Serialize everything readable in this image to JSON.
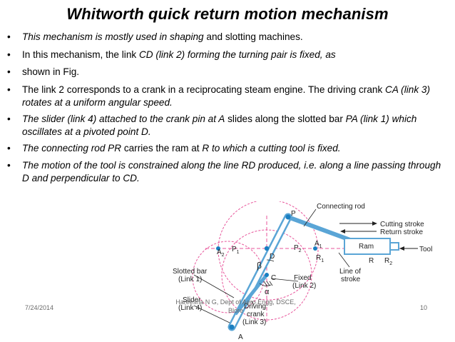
{
  "slide": {
    "title": "Whitworth quick return motion mechanism",
    "bullets": [
      {
        "parts": [
          {
            "t": "This mechanism is mostly used in shaping",
            "i": true
          },
          {
            "t": " and slotting machines.",
            "i": false
          }
        ]
      },
      {
        "parts": [
          {
            "t": "In this mechanism, the link ",
            "i": false
          },
          {
            "t": "CD (link 2) forming the turning pair is fixed, as",
            "i": true
          }
        ]
      },
      {
        "parts": [
          {
            "t": "shown in Fig.",
            "i": false
          }
        ]
      },
      {
        "parts": [
          {
            "t": "The link 2 corresponds to a crank in a reciprocating steam engine. The driving crank ",
            "i": false
          },
          {
            "t": "CA (link 3) rotates at a uniform angular speed.",
            "i": true
          }
        ]
      },
      {
        "parts": [
          {
            "t": "The slider (link 4) attached to the crank pin at A",
            "i": true
          },
          {
            "t": " slides along the slotted bar ",
            "i": false
          },
          {
            "t": "PA (link 1) which oscillates at a pivoted point D.",
            "i": true
          }
        ]
      },
      {
        "parts": [
          {
            "t": "The connecting rod PR",
            "i": true
          },
          {
            "t": " carries the ram at ",
            "i": false
          },
          {
            "t": "R to which a cutting tool is fixed.",
            "i": true
          }
        ]
      },
      {
        "parts": [
          {
            "t": "The motion of the tool is constrained along the line ",
            "i": true
          },
          {
            "t": "RD produced, i.e. along a line passing through D and perpendicular to CD.",
            "i": true
          }
        ]
      }
    ]
  },
  "diagram": {
    "labels": {
      "P": "P",
      "connecting_rod": "Connecting rod",
      "cutting_stroke": "Cutting stroke",
      "return_stroke": "Return stroke",
      "A2": "A",
      "A2_sub": "2",
      "P1": "P",
      "P1_sub": "1",
      "D": "D",
      "P2": "P",
      "P2_sub": "2",
      "A1": "A",
      "A1_sub": "1",
      "ram": "Ram",
      "tool": "Tool",
      "R1": "R",
      "R1_sub": "1",
      "R": "R",
      "R2": "R",
      "R2_sub": "2",
      "beta": "β",
      "C": "C",
      "alpha": "α",
      "slotted_bar": "Slotted bar",
      "slotted_bar_link": "(Link 1)",
      "fixed": "Fixed",
      "fixed_link": "(Link 2)",
      "line_of": "Line of",
      "stroke": "stroke",
      "slider": "Slider",
      "slider_link": "(Link 4)",
      "driving": "Driving",
      "crank": "crank",
      "crank_link": "(Link 3)",
      "A_bottom": "A"
    },
    "colors": {
      "dashed_circle": "#e8559b",
      "link": "#5aa5d6",
      "ink": "#222222",
      "pin": "#1a7fc1"
    }
  },
  "footer": {
    "date": "7/24/2014",
    "author_line1": "Hareesha N G, Dept of Aero Engg, DSCE,",
    "author_line2": "Blore",
    "page": "10"
  }
}
